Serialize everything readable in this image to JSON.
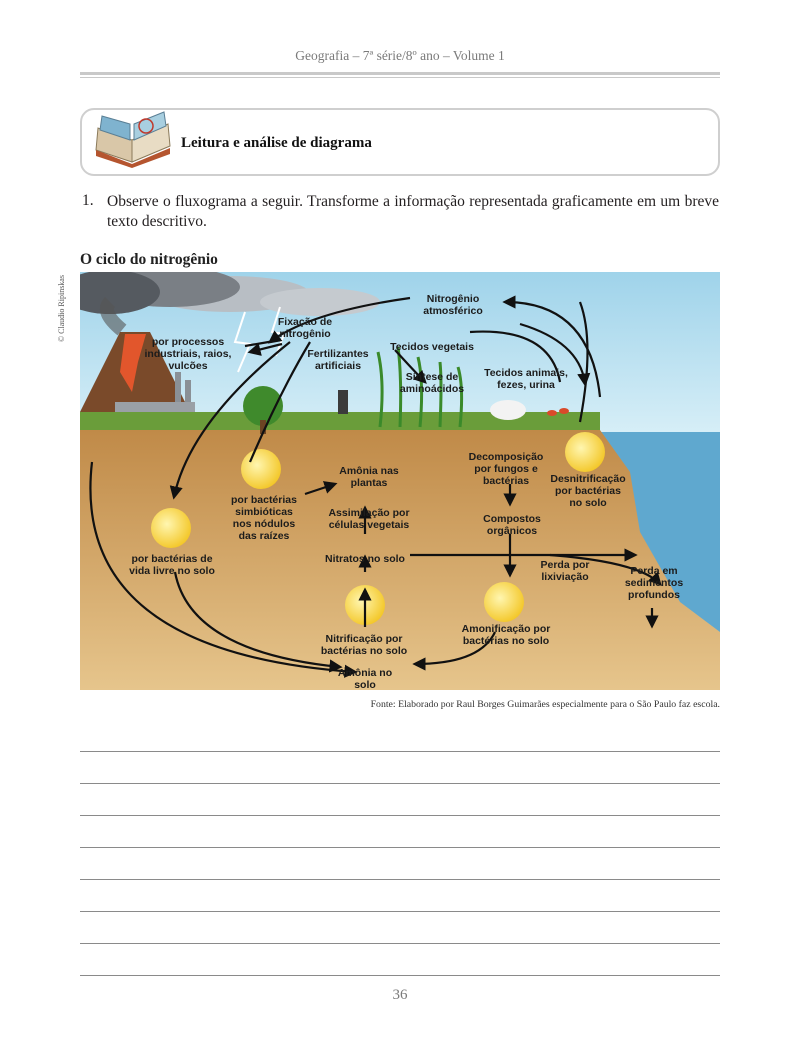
{
  "header": {
    "running_title": "Geografia – 7ª série/8º ano – Volume 1"
  },
  "section": {
    "title": "Leitura e análise de diagrama",
    "icon": "open-book-icon"
  },
  "question": {
    "number": "1.",
    "text": "Observe o fluxograma a seguir. Transforme a informação representada graficamente em um breve texto descritivo."
  },
  "diagram": {
    "title": "O ciclo do nitrogênio",
    "photo_credit": "© Claudio Ripinskas",
    "labels": {
      "atm_1": "Nitrogênio",
      "atm_2": "atmosférico",
      "fix_1": "Fixação de",
      "fix_2": "nitrogênio",
      "proc_1": "por processos",
      "proc_2": "industriais, raios,",
      "proc_3": "vulcões",
      "fert_1": "Fertilizantes",
      "fert_2": "artificiais",
      "tec_veg": "Tecidos vegetais",
      "sint_1": "Síntese de",
      "sint_2": "aminoácidos",
      "tec_an_1": "Tecidos animais,",
      "tec_an_2": "fezes, urina",
      "amon_pl_1": "Amônia nas",
      "amon_pl_2": "plantas",
      "simb_1": "por bactérias",
      "simb_2": "simbióticas",
      "simb_3": "nos nódulos",
      "simb_4": "das raízes",
      "assim_1": "Assimilação por",
      "assim_2": "células vegetais",
      "decomp_1": "Decomposição",
      "decomp_2": "por fungos e",
      "decomp_3": "bactérias",
      "desn_1": "Desnitrificação",
      "desn_2": "por bactérias",
      "desn_3": "no solo",
      "comp_1": "Compostos",
      "comp_2": "orgânicos",
      "nitratos": "Nitratos no solo",
      "livre_1": "por bactérias de",
      "livre_2": "vida livre no solo",
      "perda_l_1": "Perda por",
      "perda_l_2": "lixiviação",
      "perda_s_1": "Perda em",
      "perda_s_2": "sedimentos",
      "perda_s_3": "profundos",
      "nitri_1": "Nitrificação por",
      "nitri_2": "bactérias no solo",
      "amonif_1": "Amonificação por",
      "amonif_2": "bactérias no solo",
      "amon_solo_1": "Amônia no",
      "amon_solo_2": "solo"
    },
    "source": "Fonte: Elaborado por Raul Borges Guimarães especialmente para o São Paulo faz escola."
  },
  "page_number": "36"
}
